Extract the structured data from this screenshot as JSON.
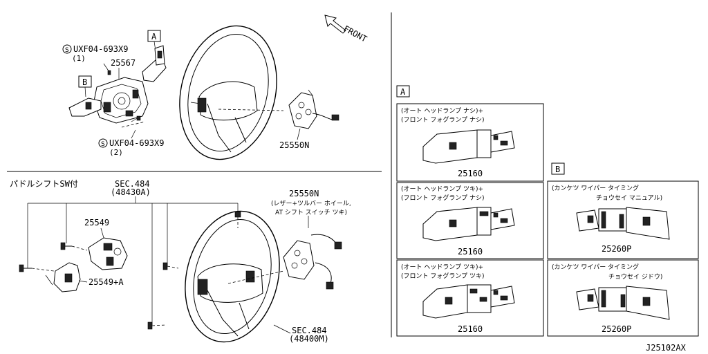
{
  "direction": "FRONT",
  "top_left": {
    "bolt_top": "UXF04-693X9",
    "bolt_top_qty": "(1)",
    "bolt_bottom": "UXF04-693X9",
    "bolt_bottom_qty": "(2)",
    "part_25567": "25567",
    "part_25550n": "25550N",
    "ref_a": "A",
    "ref_b": "B",
    "bolt_symbol": "S"
  },
  "bottom_left": {
    "heading": "パドルシフトSW付",
    "sec_top": "SEC.484",
    "sec_top_sub": "(48430A)",
    "part_25550n": "25550N",
    "part_25550n_note1": "(レザー+ツルバー ホイール,",
    "part_25550n_note2": "AT シフト スイッチ ツキ)",
    "part_25549": "25549",
    "part_25549a": "25549+A",
    "sec_bottom": "SEC.484",
    "sec_bottom_sub": "(48400M)"
  },
  "panel_a": {
    "label": "A",
    "items": [
      {
        "line1": "(オート ヘッドランプ ナシ)+",
        "line2": "(フロント フォグランプ ナシ)",
        "part": "25160"
      },
      {
        "line1": "(オート ヘッドランプ ツキ)+",
        "line2": "(フロント フォグランプ ナシ)",
        "part": "25160"
      },
      {
        "line1": "(オート ヘッドランプ ツキ)+",
        "line2": "(フロント フォグランプ ツキ)",
        "part": "25160"
      }
    ]
  },
  "panel_b": {
    "label": "B",
    "items": [
      {
        "line1": "(カンケツ ワイパー タイミング",
        "line2": "チョウセイ マニュアル)",
        "part": "25260P"
      },
      {
        "line1": "(カンケツ ワイパー タイミング",
        "line2": "チョウセイ ジドウ)",
        "part": "25260P"
      }
    ]
  },
  "diagram_code": "J25102AX"
}
